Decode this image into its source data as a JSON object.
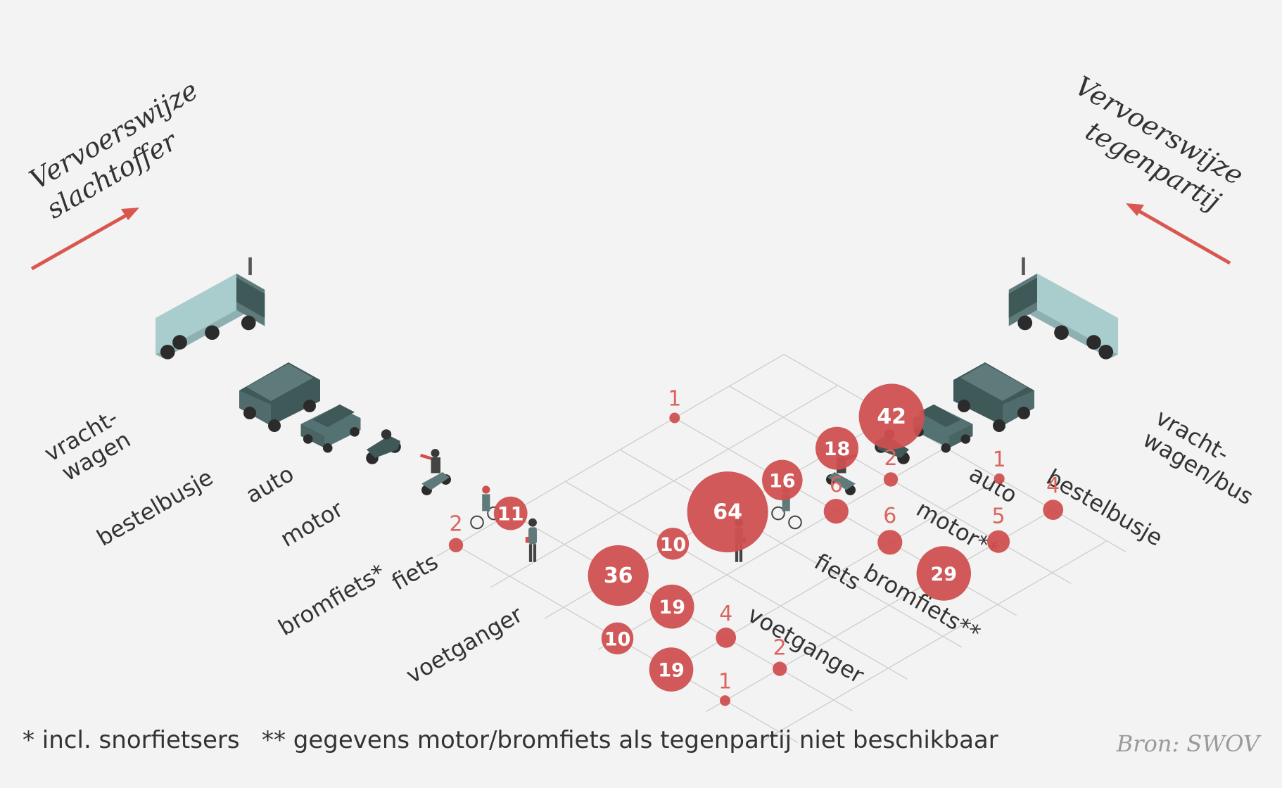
{
  "chart_data": {
    "type": "bubble-matrix",
    "title": "",
    "left_axis_title": [
      "Vervoerswijze",
      "slachtoffer"
    ],
    "right_axis_title": [
      "Vervoerswijze",
      "tegenpartij"
    ],
    "victim_categories": [
      "vracht-wagen",
      "bestelbusje",
      "auto",
      "motor",
      "bromfiets*",
      "fiets",
      "voetganger"
    ],
    "counterpart_categories": [
      "vracht-wagen/bus",
      "bestelbusje",
      "auto",
      "motor**",
      "bromfiets**",
      "fiets",
      "voetganger"
    ],
    "left_labels": [
      [
        "vracht-",
        "wagen"
      ],
      [
        "bestelbusje"
      ],
      [
        "auto"
      ],
      [
        "motor"
      ],
      [
        "bromfiets*"
      ],
      [
        "fiets"
      ],
      [
        "voetganger"
      ]
    ],
    "right_labels": [
      [
        "vracht-",
        "wagen/bus"
      ],
      [
        "bestelbusje"
      ],
      [
        "auto"
      ],
      [
        "motor**"
      ],
      [
        "bromfiets**"
      ],
      [
        "fiets"
      ],
      [
        "voetganger"
      ]
    ],
    "points": [
      {
        "victim": "fiets",
        "counterpart": "vracht-wagen/bus",
        "value": 4
      },
      {
        "victim": "fiets",
        "counterpart": "bestelbusje",
        "value": 5
      },
      {
        "victim": "fiets",
        "counterpart": "auto",
        "value": 29
      },
      {
        "victim": "fiets",
        "counterpart": "fiets",
        "value": 2
      },
      {
        "victim": "fiets",
        "counterpart": "voetganger",
        "value": 1
      },
      {
        "victim": "bromfiets*",
        "counterpart": "vracht-wagen/bus",
        "value": 1
      },
      {
        "victim": "bromfiets*",
        "counterpart": "auto",
        "value": 6
      },
      {
        "victim": "bromfiets*",
        "counterpart": "fiets",
        "value": 4
      },
      {
        "victim": "bromfiets*",
        "counterpart": "voetganger",
        "value": 19
      },
      {
        "victim": "motor",
        "counterpart": "bestelbusje",
        "value": 2
      },
      {
        "victim": "motor",
        "counterpart": "auto",
        "value": 6
      },
      {
        "victim": "motor",
        "counterpart": "fiets",
        "value": 19
      },
      {
        "victim": "motor",
        "counterpart": "voetganger",
        "value": 10
      },
      {
        "victim": "auto",
        "counterpart": "vracht-wagen/bus",
        "value": 42
      },
      {
        "victim": "auto",
        "counterpart": "bestelbusje",
        "value": 18
      },
      {
        "victim": "auto",
        "counterpart": "auto",
        "value": 16
      },
      {
        "victim": "auto",
        "counterpart": "motor**",
        "value": 64
      },
      {
        "victim": "auto",
        "counterpart": "bromfiets**",
        "value": 10
      },
      {
        "victim": "auto",
        "counterpart": "fiets",
        "value": 36
      },
      {
        "victim": "vracht-wagen",
        "counterpart": "auto",
        "value": 1
      },
      {
        "victim": "vracht-wagen",
        "counterpart": "fiets",
        "value": 11
      },
      {
        "victim": "vracht-wagen",
        "counterpart": "voetganger",
        "value": 2
      }
    ]
  },
  "colors": {
    "bubble": "#cf4f4f",
    "bubble_label_inside": "#ffffff",
    "small_label": "#d9655f",
    "grid": "#cdcdcd",
    "arrow": "#d9574f",
    "text": "#333333"
  },
  "icons": [
    "truck-icon",
    "van-icon",
    "car-icon",
    "motorcycle-icon",
    "moped-icon",
    "bicycle-icon",
    "pedestrian-icon"
  ],
  "footnotes": {
    "note1": "* incl. snorfietsers",
    "note2": "** gegevens motor/bromfiets als tegenpartij niet beschikbaar"
  },
  "source": "Bron: SWOV"
}
